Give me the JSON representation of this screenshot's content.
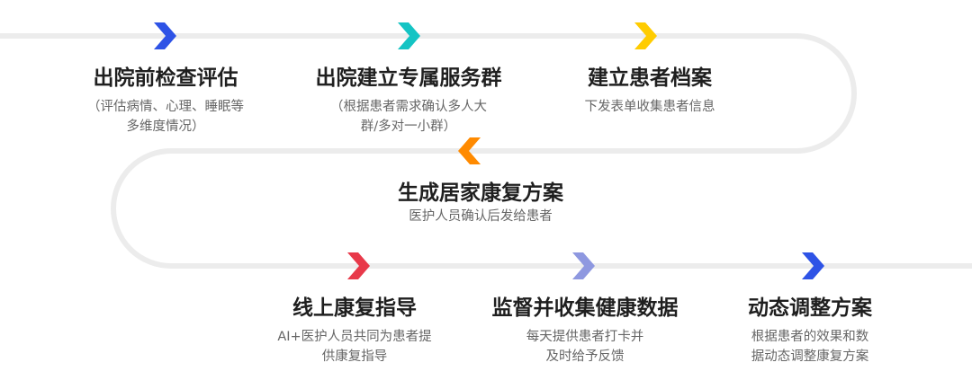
{
  "colors": {
    "track": "#ececec",
    "blue": "#2e53e6",
    "teal": "#14c4c4",
    "yellow": "#ffcc00",
    "orange": "#ff8a00",
    "red": "#e8394a",
    "lavender": "#8e98e0"
  },
  "steps": [
    {
      "title": "出院前检查评估",
      "desc": [
        "（评估病情、心理、睡眠等",
        "多维度情况）"
      ],
      "arrow": "blue",
      "direction": "right"
    },
    {
      "title": "出院建立专属服务群",
      "desc": [
        "（根据患者需求确认多人大",
        "群/多对一小群）"
      ],
      "arrow": "teal",
      "direction": "right"
    },
    {
      "title": "建立患者档案",
      "desc": [
        "下发表单收集患者信息"
      ],
      "arrow": "yellow",
      "direction": "right"
    },
    {
      "title": "生成居家康复方案",
      "desc": [
        "医护人员确认后发给患者"
      ],
      "arrow": "orange",
      "direction": "left"
    },
    {
      "title": "线上康复指导",
      "desc": [
        "AI+医护人员共同为患者提",
        "供康复指导"
      ],
      "arrow": "red",
      "direction": "right"
    },
    {
      "title": "监督并收集健康数据",
      "desc": [
        "每天提供患者打卡并",
        "及时给予反馈"
      ],
      "arrow": "lavender",
      "direction": "right"
    },
    {
      "title": "动态调整方案",
      "desc": [
        "根据患者的效果和数",
        "据动态调整康复方案"
      ],
      "arrow": "blue",
      "direction": "right"
    }
  ]
}
